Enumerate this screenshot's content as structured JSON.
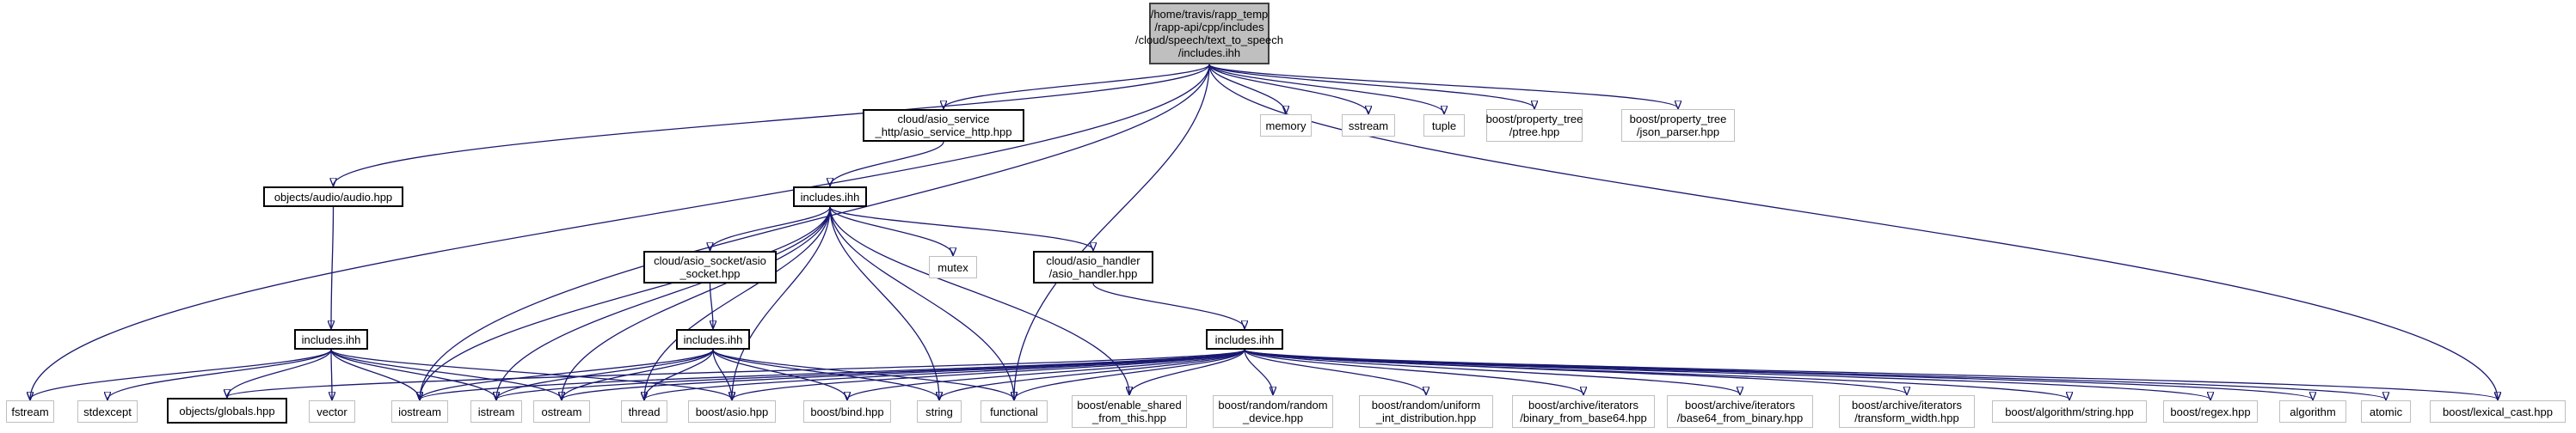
{
  "graph": {
    "nodes": [
      {
        "id": "root",
        "label": "/home/travis/rapp_temp\n/rapp-api/cpp/includes\n/cloud/speech/text_to_speech\n/includes.ihh",
        "style": "root"
      },
      {
        "id": "asio_service",
        "label": "cloud/asio_service\n_http/asio_service_http.hpp",
        "style": "dark"
      },
      {
        "id": "memory",
        "label": "memory",
        "style": "light"
      },
      {
        "id": "sstream",
        "label": "sstream",
        "style": "light"
      },
      {
        "id": "tuple",
        "label": "tuple",
        "style": "light"
      },
      {
        "id": "ptree",
        "label": "boost/property_tree\n/ptree.hpp",
        "style": "light"
      },
      {
        "id": "json_parser",
        "label": "boost/property_tree\n/json_parser.hpp",
        "style": "light"
      },
      {
        "id": "audio",
        "label": "objects/audio/audio.hpp",
        "style": "dark"
      },
      {
        "id": "inc_http",
        "label": "includes.ihh",
        "style": "dark"
      },
      {
        "id": "asio_socket",
        "label": "cloud/asio_socket/asio\n_socket.hpp",
        "style": "dark"
      },
      {
        "id": "mutex",
        "label": "mutex",
        "style": "light"
      },
      {
        "id": "asio_handler",
        "label": "cloud/asio_handler\n/asio_handler.hpp",
        "style": "dark"
      },
      {
        "id": "inc_audio",
        "label": "includes.ihh",
        "style": "dark"
      },
      {
        "id": "inc_socket",
        "label": "includes.ihh",
        "style": "dark"
      },
      {
        "id": "inc_handler",
        "label": "includes.ihh",
        "style": "dark"
      },
      {
        "id": "fstream",
        "label": "fstream",
        "style": "light"
      },
      {
        "id": "stdexcept",
        "label": "stdexcept",
        "style": "light"
      },
      {
        "id": "globals",
        "label": "objects/globals.hpp",
        "style": "dark"
      },
      {
        "id": "vector",
        "label": "vector",
        "style": "light"
      },
      {
        "id": "iostream",
        "label": "iostream",
        "style": "light"
      },
      {
        "id": "istream",
        "label": "istream",
        "style": "light"
      },
      {
        "id": "ostream",
        "label": "ostream",
        "style": "light"
      },
      {
        "id": "thread",
        "label": "thread",
        "style": "light"
      },
      {
        "id": "boost_asio",
        "label": "boost/asio.hpp",
        "style": "light"
      },
      {
        "id": "boost_bind",
        "label": "boost/bind.hpp",
        "style": "light"
      },
      {
        "id": "string",
        "label": "string",
        "style": "light"
      },
      {
        "id": "functional",
        "label": "functional",
        "style": "light"
      },
      {
        "id": "enable_shared",
        "label": "boost/enable_shared\n_from_this.hpp",
        "style": "light"
      },
      {
        "id": "random_device",
        "label": "boost/random/random\n_device.hpp",
        "style": "light"
      },
      {
        "id": "uniform_int",
        "label": "boost/random/uniform\n_int_distribution.hpp",
        "style": "light"
      },
      {
        "id": "binary_from_b64",
        "label": "boost/archive/iterators\n/binary_from_base64.hpp",
        "style": "light"
      },
      {
        "id": "b64_from_binary",
        "label": "boost/archive/iterators\n/base64_from_binary.hpp",
        "style": "light"
      },
      {
        "id": "transform_width",
        "label": "boost/archive/iterators\n/transform_width.hpp",
        "style": "light"
      },
      {
        "id": "algo_string",
        "label": "boost/algorithm/string.hpp",
        "style": "light"
      },
      {
        "id": "regex",
        "label": "boost/regex.hpp",
        "style": "light"
      },
      {
        "id": "algorithm",
        "label": "algorithm",
        "style": "light"
      },
      {
        "id": "atomic",
        "label": "atomic",
        "style": "light"
      },
      {
        "id": "lexical_cast",
        "label": "boost/lexical_cast.hpp",
        "style": "light"
      }
    ],
    "edges": [
      [
        "root",
        "asio_service"
      ],
      [
        "root",
        "memory"
      ],
      [
        "root",
        "sstream"
      ],
      [
        "root",
        "tuple"
      ],
      [
        "root",
        "ptree"
      ],
      [
        "root",
        "json_parser"
      ],
      [
        "root",
        "audio"
      ],
      [
        "root",
        "fstream"
      ],
      [
        "root",
        "iostream"
      ],
      [
        "root",
        "functional"
      ],
      [
        "root",
        "lexical_cast"
      ],
      [
        "asio_service",
        "inc_http"
      ],
      [
        "audio",
        "inc_audio"
      ],
      [
        "inc_http",
        "asio_socket"
      ],
      [
        "inc_http",
        "mutex"
      ],
      [
        "inc_http",
        "asio_handler"
      ],
      [
        "inc_http",
        "iostream"
      ],
      [
        "inc_http",
        "istream"
      ],
      [
        "inc_http",
        "ostream"
      ],
      [
        "inc_http",
        "thread"
      ],
      [
        "inc_http",
        "boost_asio"
      ],
      [
        "inc_http",
        "string"
      ],
      [
        "inc_http",
        "functional"
      ],
      [
        "inc_http",
        "enable_shared"
      ],
      [
        "asio_socket",
        "inc_socket"
      ],
      [
        "asio_handler",
        "inc_handler"
      ],
      [
        "inc_audio",
        "fstream"
      ],
      [
        "inc_audio",
        "stdexcept"
      ],
      [
        "inc_audio",
        "globals"
      ],
      [
        "inc_audio",
        "vector"
      ],
      [
        "inc_audio",
        "iostream"
      ],
      [
        "inc_audio",
        "istream"
      ],
      [
        "inc_audio",
        "ostream"
      ],
      [
        "inc_audio",
        "boost_asio"
      ],
      [
        "inc_socket",
        "iostream"
      ],
      [
        "inc_socket",
        "istream"
      ],
      [
        "inc_socket",
        "ostream"
      ],
      [
        "inc_socket",
        "thread"
      ],
      [
        "inc_socket",
        "boost_asio"
      ],
      [
        "inc_socket",
        "boost_bind"
      ],
      [
        "inc_socket",
        "string"
      ],
      [
        "inc_socket",
        "functional"
      ],
      [
        "inc_handler",
        "iostream"
      ],
      [
        "inc_handler",
        "istream"
      ],
      [
        "inc_handler",
        "ostream"
      ],
      [
        "inc_handler",
        "thread"
      ],
      [
        "inc_handler",
        "boost_asio"
      ],
      [
        "inc_handler",
        "boost_bind"
      ],
      [
        "inc_handler",
        "string"
      ],
      [
        "inc_handler",
        "functional"
      ],
      [
        "inc_handler",
        "enable_shared"
      ],
      [
        "inc_handler",
        "random_device"
      ],
      [
        "inc_handler",
        "uniform_int"
      ],
      [
        "inc_handler",
        "binary_from_b64"
      ],
      [
        "inc_handler",
        "b64_from_binary"
      ],
      [
        "inc_handler",
        "transform_width"
      ],
      [
        "inc_handler",
        "algo_string"
      ],
      [
        "inc_handler",
        "regex"
      ],
      [
        "inc_handler",
        "algorithm"
      ],
      [
        "inc_handler",
        "atomic"
      ],
      [
        "inc_handler",
        "lexical_cast"
      ],
      [
        "inc_handler",
        "globals"
      ]
    ]
  },
  "colors": {
    "edge": "#191970",
    "node_border_light": "#bfbfbf",
    "node_border_dark": "#000000",
    "root_fill": "#bfbfbf"
  }
}
